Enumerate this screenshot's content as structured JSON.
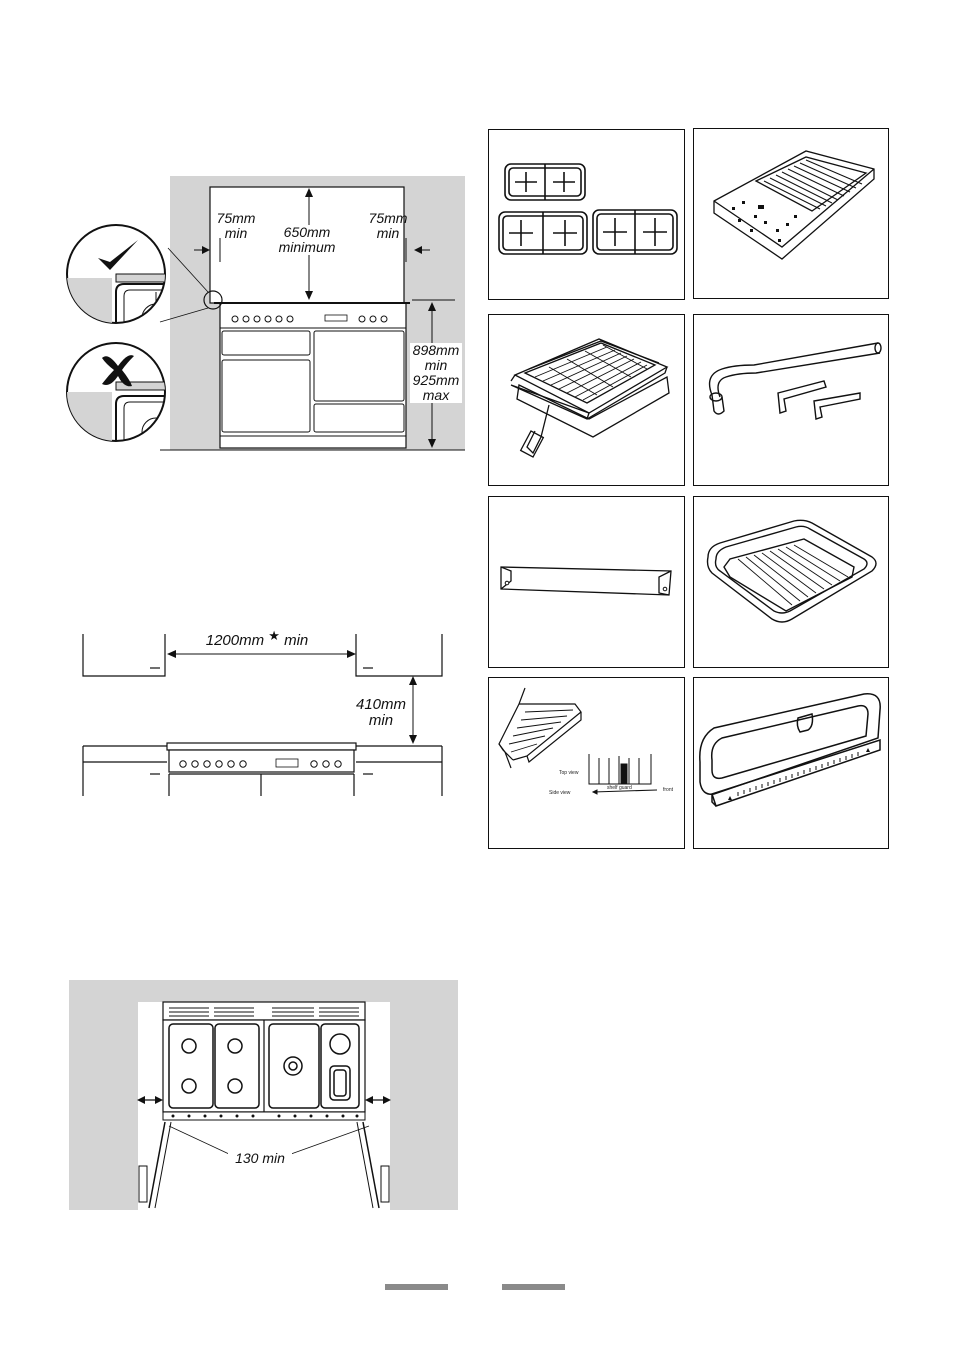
{
  "diagram1": {
    "side_clearance_left": [
      "75mm",
      "min"
    ],
    "top_clearance": [
      "650mm",
      "minimum"
    ],
    "side_clearance_right": [
      "75mm",
      "min"
    ],
    "height_range": [
      "898mm",
      "min",
      "925mm",
      "max"
    ],
    "correct_symbol": "check-icon",
    "incorrect_symbol": "cross-icon"
  },
  "diagram2": {
    "width_label": "1200mm",
    "width_suffix": "min",
    "star_symbol": "★",
    "height_label": [
      "410mm",
      "min"
    ]
  },
  "diagram3": {
    "clearance_label": "130 min"
  },
  "accessories": [
    {
      "name": "pan-supports"
    },
    {
      "name": "griddle-plate"
    },
    {
      "name": "grill-pan-with-rack-and-handle"
    },
    {
      "name": "levelling-tube-and-hex-keys"
    },
    {
      "name": "stability-bracket"
    },
    {
      "name": "roasting-tin-with-rack"
    },
    {
      "name": "shelf-runner-and-shelf-guard"
    },
    {
      "name": "splashback-with-mounting-rail"
    }
  ],
  "shelf_guard_tiny_text": {
    "top_view": "Top view",
    "side_view": "Side view",
    "shelf_guard": "shelf guard",
    "front": "front"
  },
  "colors": {
    "wall_grey": "#d4d4d4",
    "line": "#111111",
    "footer_bar": "#8a8a8a"
  }
}
